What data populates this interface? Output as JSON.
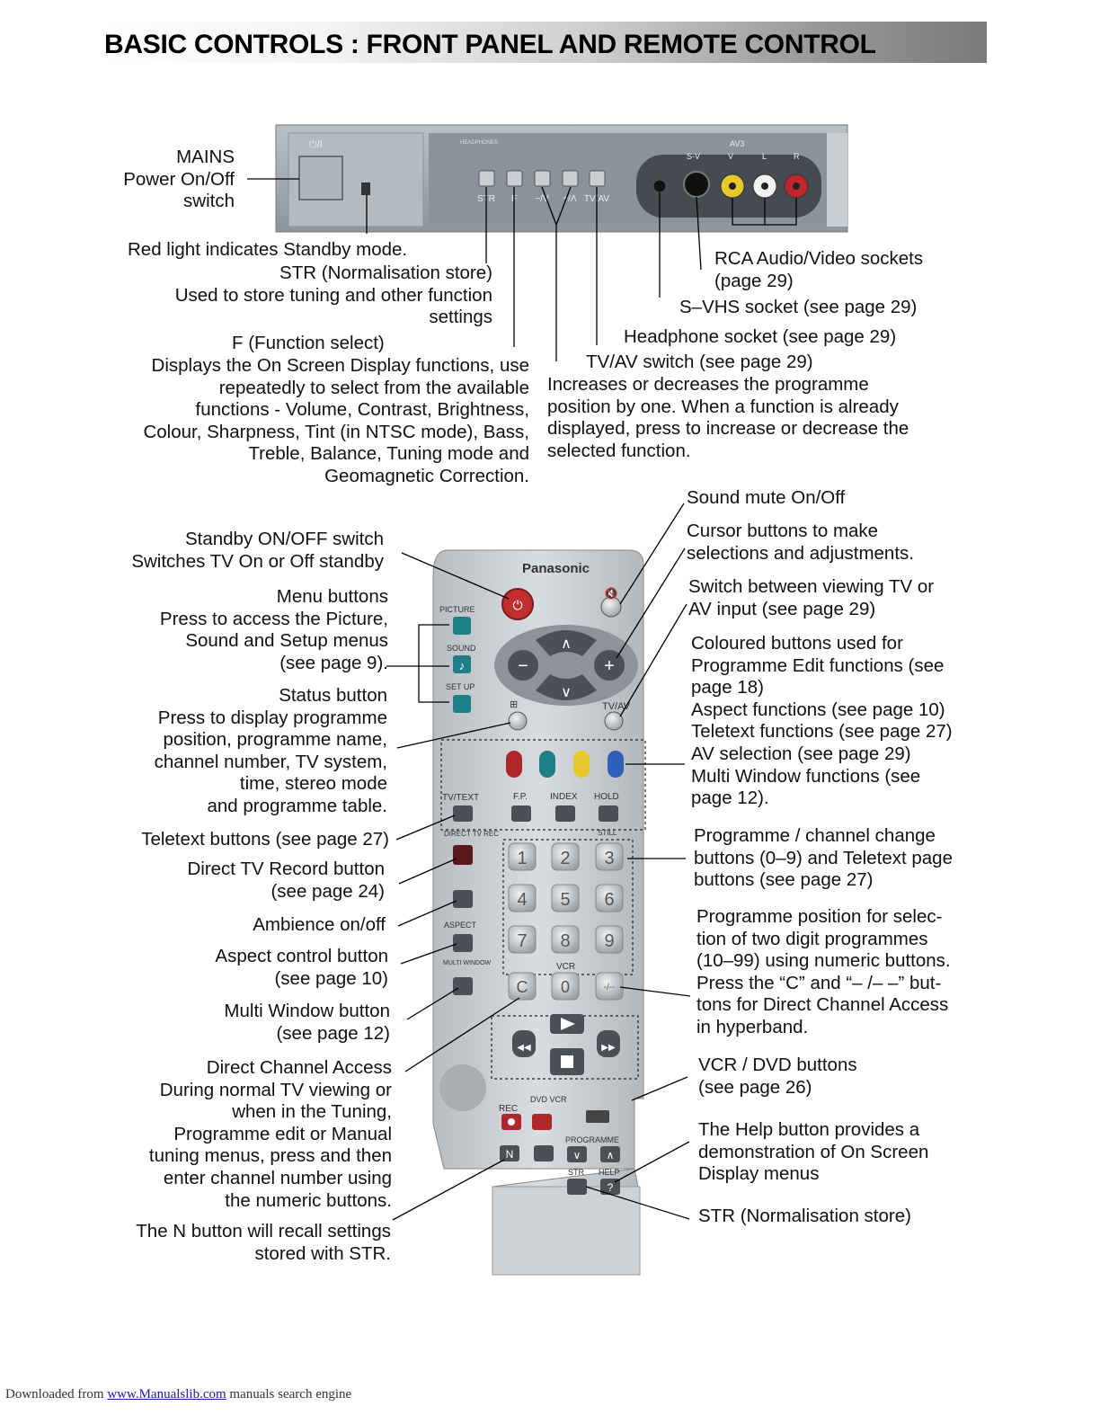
{
  "header": {
    "title": "BASIC CONTROLS : FRONT PANEL AND REMOTE CONTROL"
  },
  "panel": {
    "power_mark": "⏻/I",
    "sound_mark": "HEADPHONES",
    "buttons": [
      "STR",
      "F",
      "−/V",
      "+/Λ",
      "TV/AV"
    ],
    "socket_labels": {
      "av": "AV3",
      "sv": "S-V",
      "v": "V",
      "l": "L",
      "r": "R"
    }
  },
  "front_labels": {
    "mains": [
      "MAINS",
      "Power On/Off",
      "switch"
    ],
    "red_light": "Red light indicates Standby mode.",
    "str": [
      "STR (Normalisation store)",
      "Used to store tuning and other function",
      "settings"
    ],
    "f_select": "F (Function select)",
    "f_desc": [
      "Displays the On Screen Display functions, use",
      "repeatedly to select from the available",
      "functions - Volume, Contrast, Brightness,",
      "Colour, Sharpness, Tint (in NTSC mode), Bass,",
      "Treble, Balance, Tuning mode and",
      "Geomagnetic Correction."
    ],
    "rca": [
      "RCA Audio/Video sockets",
      "(page 29)"
    ],
    "svhs": "S–VHS socket (see page 29)",
    "headphone": "Headphone socket (see page 29)",
    "tvav": "TV/AV switch (see page 29)",
    "updown": [
      "Increases or decreases the programme",
      "position by one. When a function is already",
      "displayed, press to increase or decrease the",
      "selected function."
    ]
  },
  "remote_labels_left": {
    "standby": [
      "Standby ON/OFF switch",
      "Switches TV On or Off standby"
    ],
    "menu": [
      "Menu buttons",
      "Press to access the Picture,",
      "Sound and Setup menus",
      "(see page 9)."
    ],
    "status": [
      "Status button",
      "Press to display programme",
      "position, programme name,",
      "channel number, TV system,",
      "time, stereo mode",
      "and programme table."
    ],
    "teletext": "Teletext buttons (see page 27)",
    "direct_rec": [
      "Direct TV Record button",
      "(see page 24)"
    ],
    "ambience": "Ambience on/off",
    "aspect": [
      "Aspect control button",
      "(see page 10)"
    ],
    "multi": [
      "Multi Window button",
      "(see page 12)"
    ],
    "direct_ch": [
      "Direct Channel Access",
      "During normal TV viewing or",
      "when in the Tuning,",
      "Programme edit or Manual",
      "tuning menus, press and then",
      "enter channel number using",
      "the numeric buttons."
    ],
    "n_button": [
      "The N button will recall settings",
      "stored with STR."
    ]
  },
  "remote_labels_right": {
    "mute": "Sound mute On/Off",
    "cursor": [
      "Cursor buttons to make",
      "selections and adjustments."
    ],
    "tvav": [
      "Switch between viewing TV or",
      "AV input (see page 29)"
    ],
    "coloured": [
      "Coloured buttons used for",
      "Programme Edit functions (see",
      "page 18)",
      "Aspect functions (see page 10)",
      "Teletext functions (see page 27)",
      "AV selection (see page 29)",
      "Multi Window functions (see",
      "page 12)."
    ],
    "programme": [
      "Programme / channel change",
      "buttons (0–9) and Teletext page",
      "buttons (see page 27)"
    ],
    "two_digit": [
      "Programme position for selec-",
      "tion of two digit programmes",
      "(10–99) using numeric buttons.",
      "Press the “C” and “– /– –” but-",
      "tons for Direct Channel Access",
      "in hyperband."
    ],
    "vcr": [
      "VCR / DVD buttons",
      "(see page 26)"
    ],
    "help": [
      "The Help button provides a",
      "demonstration of On Screen",
      "Display menus"
    ],
    "str": "STR (Normalisation store)"
  },
  "remote": {
    "brand": "Panasonic",
    "picture": "PICTURE",
    "sound": "SOUND",
    "setup": "SET UP",
    "tvav": "TV/AV",
    "tvtext": "TV/TEXT",
    "fp": "F.P.",
    "index": "INDEX",
    "hold": "HOLD",
    "still": "STILL",
    "direct_tv_rec": "DIRECT TV REC",
    "aspect": "ASPECT",
    "multi_window": "MULTI WINDOW",
    "vcr": "VCR",
    "rec": "REC",
    "dvd_vcr": "DVD VCR",
    "programme": "PROGRAMME",
    "str": "STR",
    "help": "HELP",
    "n": "N",
    "c": "C",
    "dash": "-/--",
    "digits": [
      "1",
      "2",
      "3",
      "4",
      "5",
      "6",
      "7",
      "8",
      "9",
      "0"
    ]
  },
  "footer": {
    "downloaded": "Downloaded from",
    "link": "www.Manualslib.com",
    "suffix": "manuals search engine"
  },
  "colors": {
    "red": "#b0272b",
    "teal": "#1f7f86",
    "yellow": "#e6c72d",
    "blue": "#2f5fb8",
    "remote_body": "#cfd3d6",
    "panel_body": "#9da5ad"
  }
}
